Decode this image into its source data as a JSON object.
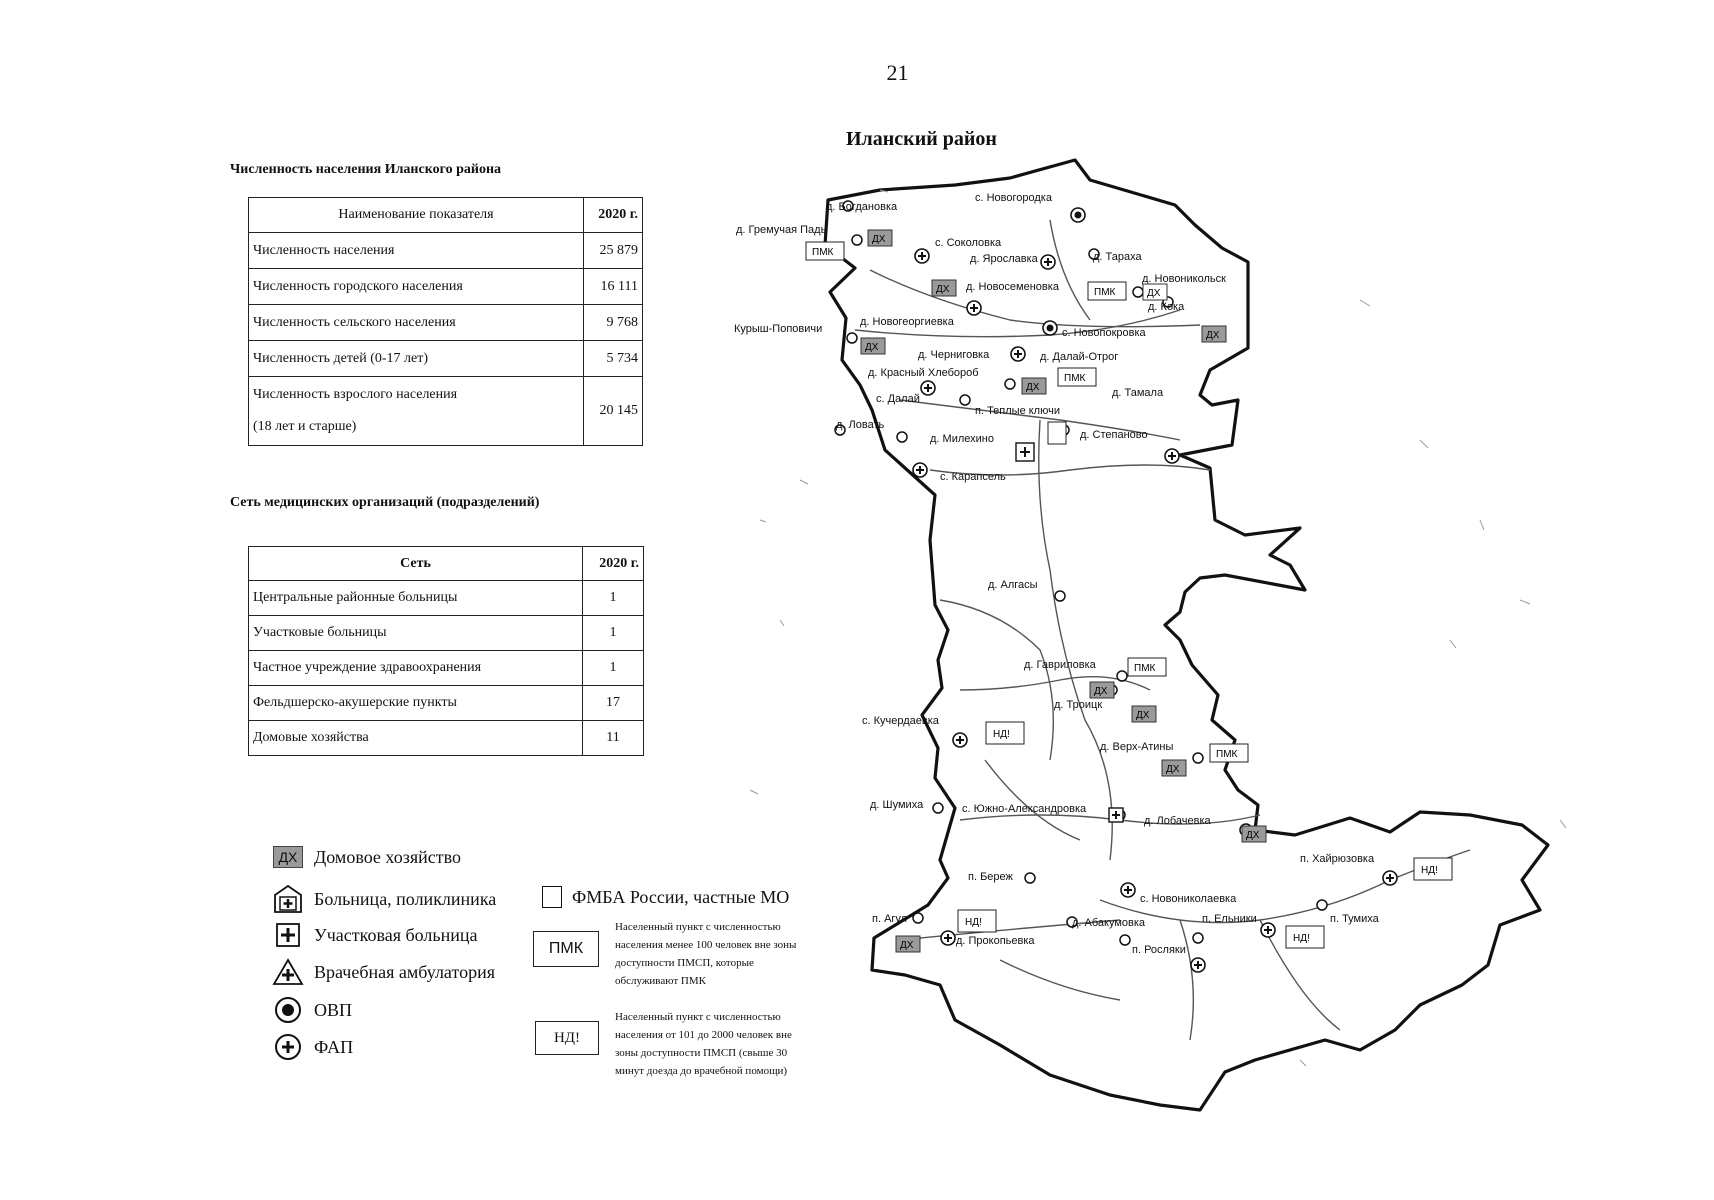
{
  "page_number": "21",
  "population": {
    "title": "Численность населения Иланского района",
    "header": [
      "Наименование показателя",
      "2020 г."
    ],
    "rows": [
      {
        "label": "Численность населения",
        "value": "25 879"
      },
      {
        "label": "Численность городского населения",
        "value": "16 111"
      },
      {
        "label": "Численность сельского населения",
        "value": "9 768"
      },
      {
        "label": "Численность детей (0-17 лет)",
        "value": "5 734"
      },
      {
        "label_line1": "Численность взрослого населения",
        "label_line2": "(18 лет и старше)",
        "value": "20 145"
      }
    ]
  },
  "network": {
    "title": "Сеть медицинских организаций (подразделений)",
    "header": [
      "Сеть",
      "2020 г."
    ],
    "rows": [
      {
        "label": "Центральные районные больницы",
        "value": "1"
      },
      {
        "label": "Участковые больницы",
        "value": "1"
      },
      {
        "label": "Частное учреждение здравоохранения",
        "value": "1"
      },
      {
        "label": "Фельдшерско-акушерские пункты",
        "value": "17"
      },
      {
        "label": "Домовые хозяйства",
        "value": "11"
      }
    ]
  },
  "legend": {
    "dh_symbol": "ДХ",
    "household": "Домовое хозяйство",
    "hospital": "Больница, поликлиника",
    "fmba": "ФМБА России, частные МО",
    "district_hospital": "Участковая больница",
    "ambulatory": "Врачебная амбулатория",
    "ovp": "ОВП",
    "fap": "ФАП",
    "pmk_symbol": "ПМК",
    "pmk_note": [
      "Населенный пункт с численностью",
      "населения менее 100 человек вне зоны",
      "доступности ПМСП, которые",
      "обслуживают ПМК"
    ],
    "nd_symbol": "НД!",
    "nd_note": [
      "Населенный пункт с численностью",
      "населения от 101 до 2000 человек вне",
      "зоны доступности ПМСП (свыше 30",
      "минут доезда до врачебной помощи)"
    ]
  },
  "map": {
    "title": "Иланский район",
    "settlements": [
      "с. Новогородка",
      "д. Богдановка",
      "д. Гремучая Падь",
      "с. Соколовка",
      "д. Ярославка",
      "д. Тараха",
      "д. Новосеменовка",
      "д. Новоникольск",
      "д. Кока",
      "Курыш-Поповичи",
      "д. Новогеоргиевка",
      "с. Новопокровка",
      "д. Черниговка",
      "д. Далай-Отрог",
      "д. Красный Хлебороб",
      "д. Тамала",
      "с. Далай",
      "п. Теплые ключи",
      "д. Ловать",
      "д. Милехино",
      "д. Степаново",
      "с. Карапсель",
      "д. Алгасы",
      "д. Гавриловка",
      "д. Троицк",
      "с. Кучердаевка",
      "д. Верх-Атины",
      "д. Шумиха",
      "с. Южно-Александровка",
      "д. Лобачевка",
      "п. Хайрюзовка",
      "п. Береж",
      "с. Новониколаевка",
      "п. Агул",
      "д. Прокопьевка",
      "д. Абакумовка",
      "п. Ельники",
      "п. Тумиха",
      "п. Росляки"
    ]
  }
}
